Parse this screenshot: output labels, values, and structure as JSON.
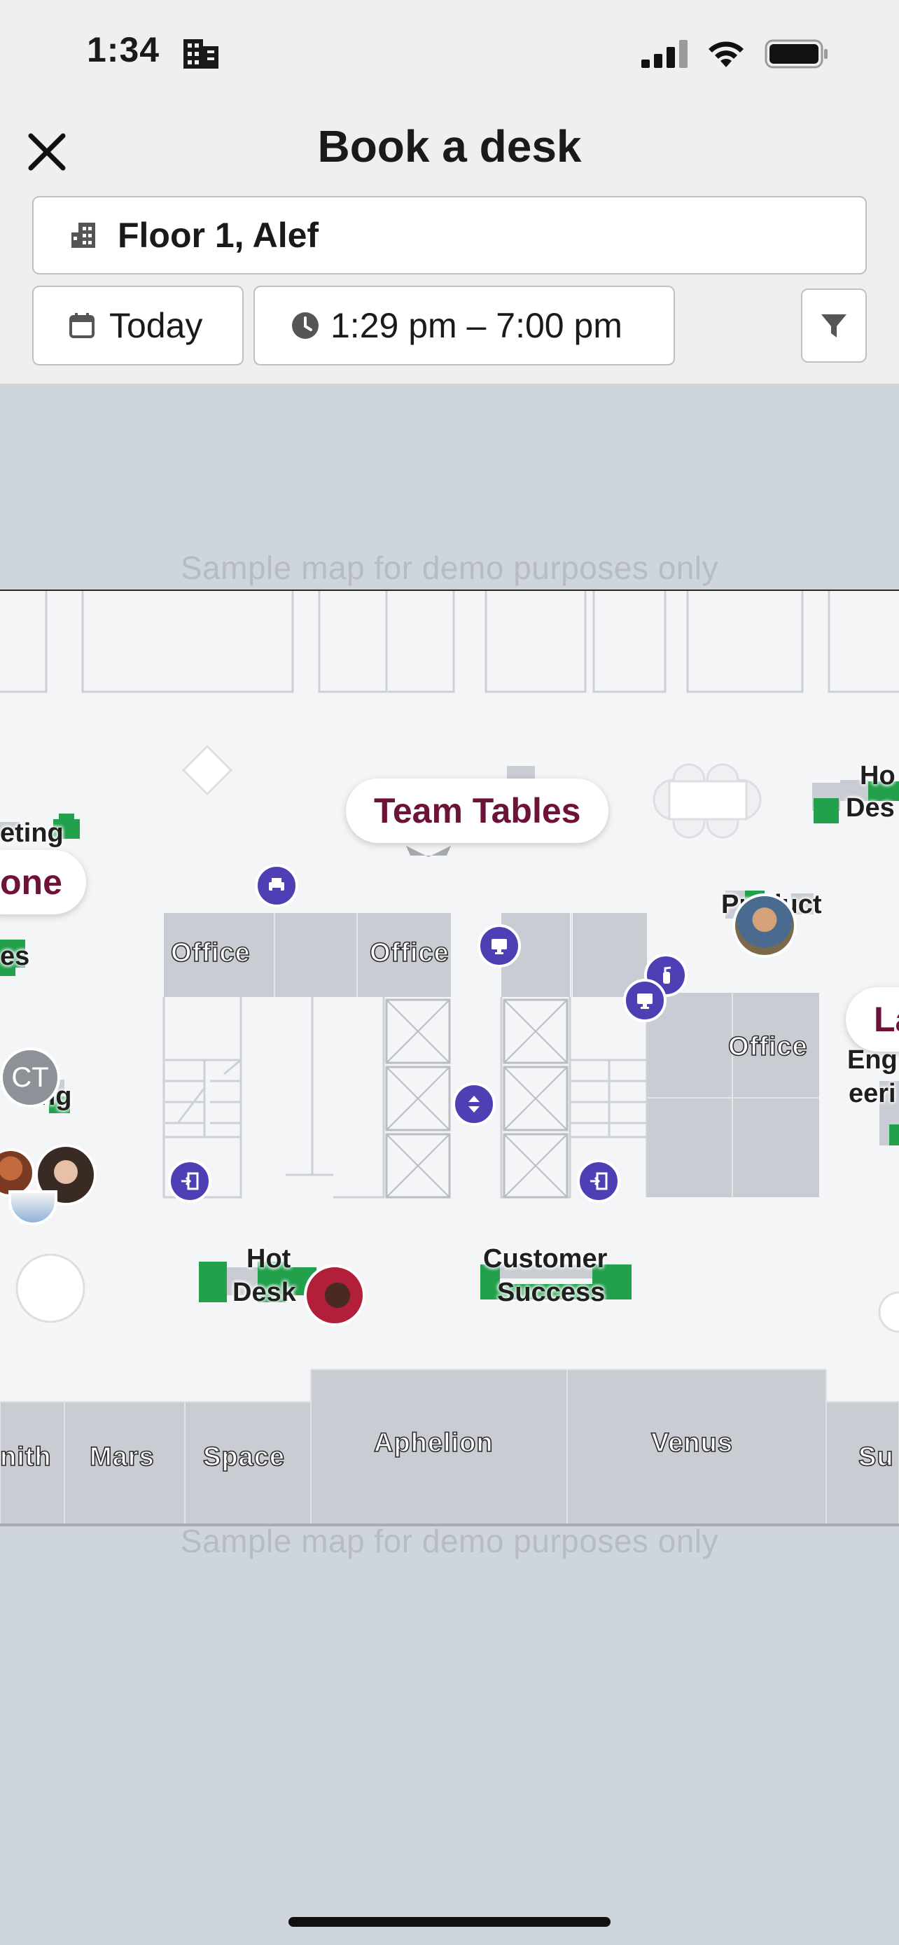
{
  "status_bar": {
    "time": "1:34",
    "building_icon": "building-icon",
    "signal_icon": "cellular-signal-icon",
    "wifi_icon": "wifi-icon",
    "battery_icon": "battery-icon"
  },
  "header": {
    "title": "Book a desk",
    "close_icon": "close-icon"
  },
  "filters": {
    "location": {
      "icon": "building-icon",
      "value": "Floor 1, Alef"
    },
    "date": {
      "icon": "calendar-icon",
      "value": "Today"
    },
    "time_range": {
      "icon": "clock-icon",
      "value": "1:29 pm – 7:00 pm"
    },
    "filter_icon": "filter-funnel-icon"
  },
  "map": {
    "watermark_top": "Sample map for demo purposes only",
    "watermark_bottom": "Sample map for demo purposes only",
    "pills": {
      "team_tables": "Team Tables",
      "left_cut": "one",
      "right_cut": "La"
    },
    "room_labels": {
      "office_1": "Office",
      "office_2": "Office",
      "office_3": "Office",
      "aphelion": "Aphelion",
      "venus": "Venus",
      "mars": "Mars",
      "space": "Space",
      "smith_cut": "nith",
      "sup_cut": "Su"
    },
    "area_labels": {
      "marketing_cut": "eting",
      "es_cut": "es",
      "ng_cut": "ng",
      "hot_desk_line1": "Hot",
      "hot_desk_line2": "Desk",
      "customer_success_line1": "Customer",
      "customer_success_line2": "Success",
      "product": "Product",
      "hot_desk_right_line1": "Ho",
      "hot_desk_right_line2": "Des",
      "engineering_line1": "Eng",
      "engineering_line2": "eeri"
    },
    "avatars": {
      "initials": "CT"
    },
    "colors": {
      "poi_purple": "#4f3fb5",
      "desk_green": "#22a04b",
      "pill_text": "#6d1339",
      "room_gray": "#c9ccd2"
    }
  }
}
